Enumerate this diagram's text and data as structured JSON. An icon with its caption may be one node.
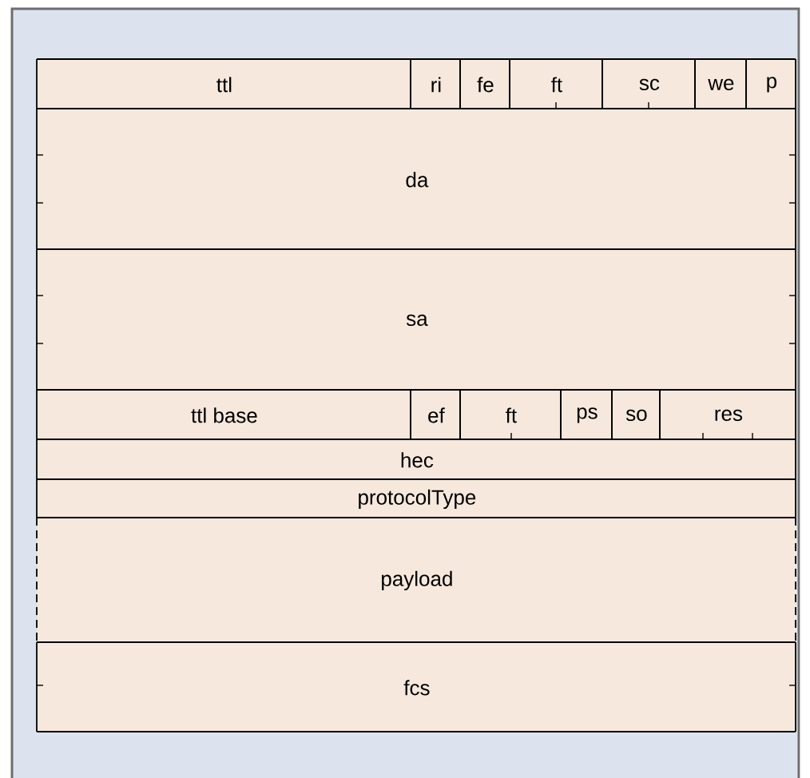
{
  "diagram": {
    "nodes": [
      {
        "text": [
          "ttl"
        ]
      },
      {
        "text": [
          "ri"
        ]
      },
      {
        "text": [
          "fe"
        ]
      },
      {
        "text": [
          "ft"
        ]
      },
      {
        "text": [
          "sc"
        ]
      },
      {
        "text": [
          "we"
        ]
      },
      {
        "text": [
          "p"
        ]
      },
      {
        "text": [
          "da"
        ]
      },
      {
        "text": [
          "sa"
        ]
      },
      {
        "text": [
          "ttl base"
        ]
      },
      {
        "text": [
          "ef"
        ]
      },
      {
        "text": [
          "ft"
        ]
      },
      {
        "text": [
          "ps"
        ]
      },
      {
        "text": [
          "so"
        ]
      },
      {
        "text": [
          "res"
        ]
      },
      {
        "text": [
          "hec"
        ]
      },
      {
        "text": [
          "protocolType"
        ]
      },
      {
        "text": [
          "payload"
        ]
      },
      {
        "text": [
          "fcs"
        ]
      }
    ]
  }
}
